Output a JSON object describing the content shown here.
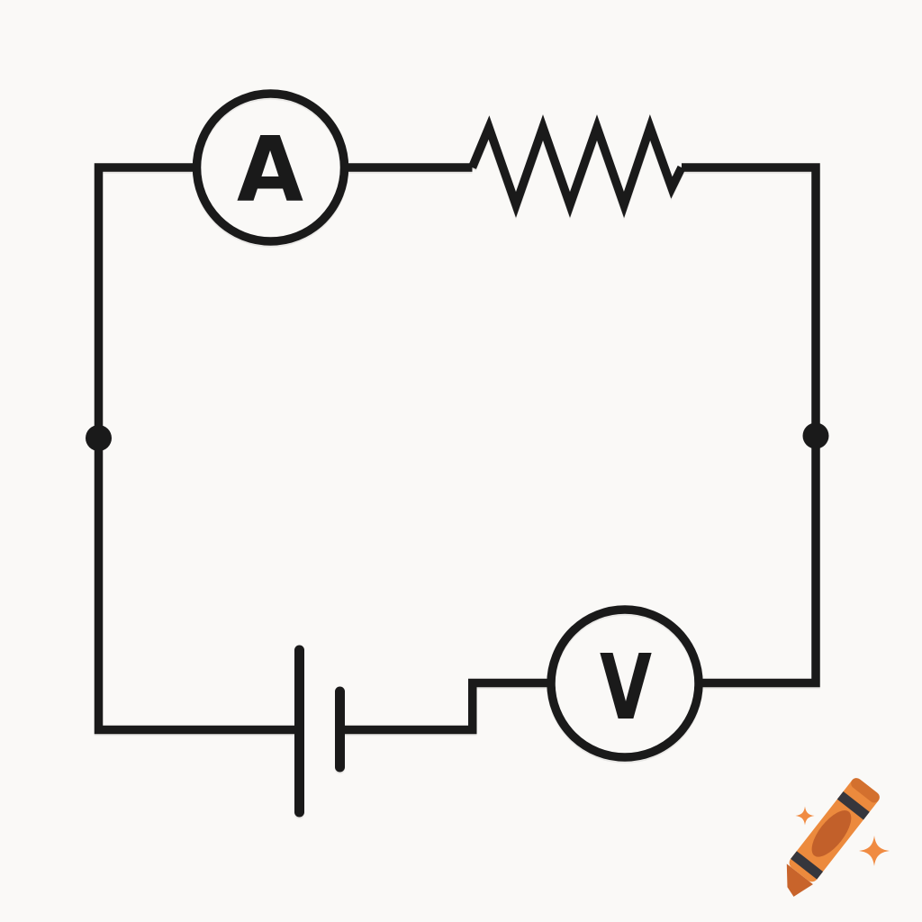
{
  "page": {
    "background_color": "#FAF9F7"
  },
  "diagram": {
    "type": "circuit-schematic",
    "line_color": "#1A1A1A",
    "ammeter": {
      "icon": "ammeter-icon",
      "label": "A"
    },
    "voltmeter": {
      "icon": "voltmeter-icon",
      "label": "V"
    },
    "resistor": {
      "icon": "resistor-icon"
    },
    "battery": {
      "icon": "battery-icon"
    },
    "junctions": {
      "left_icon": "junction-dot-icon",
      "right_icon": "junction-dot-icon"
    }
  },
  "watermark": {
    "icon": "crayon-icon",
    "colors": {
      "body": "#EC8A3D",
      "shade": "#C2602A",
      "stripe": "#36363C",
      "tip": "#C8642B",
      "cap_shade": "#D3702E",
      "sparkle": "#F08B42"
    }
  }
}
